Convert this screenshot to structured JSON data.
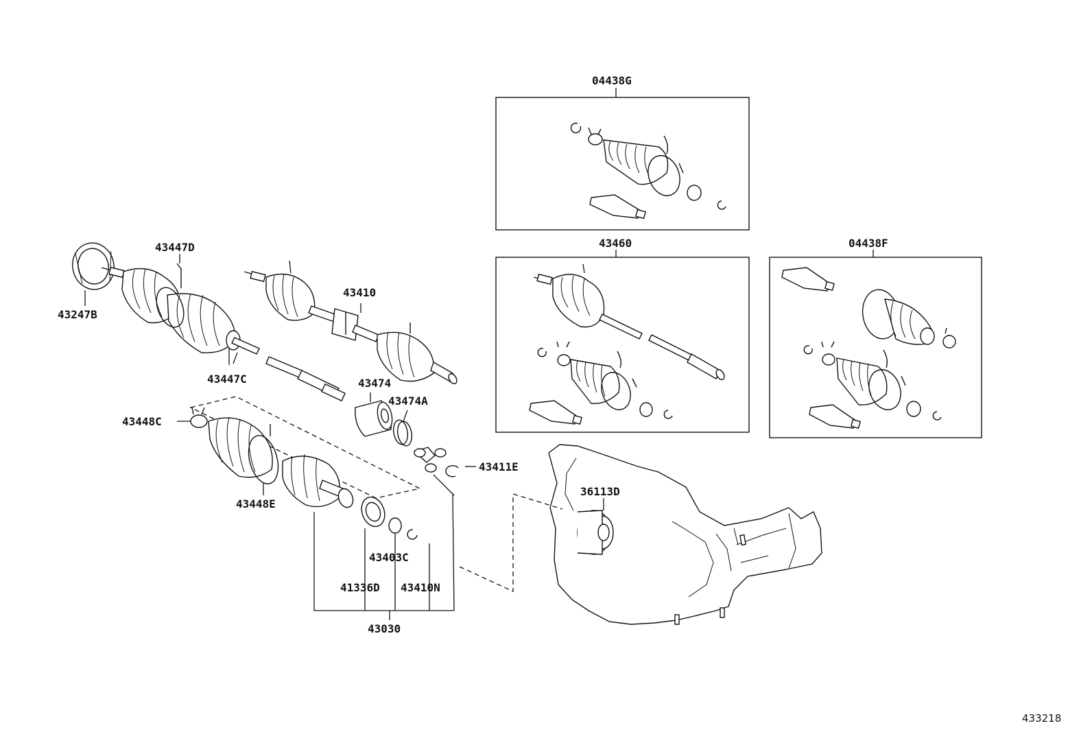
{
  "diagram": {
    "ref_number": "433218",
    "labels": {
      "p04438G": "04438G",
      "p43460": "43460",
      "p04438F": "04438F",
      "p43447D": "43447D",
      "p43247B": "43247B",
      "p43410": "43410",
      "p43447C": "43447C",
      "p43474": "43474",
      "p43474A": "43474A",
      "p43448C": "43448C",
      "p43411E": "43411E",
      "p36113D": "36113D",
      "p43448E": "43448E",
      "p43403C": "43403C",
      "p41336D": "41336D",
      "p43410N": "43410N",
      "p43030": "43030"
    }
  }
}
